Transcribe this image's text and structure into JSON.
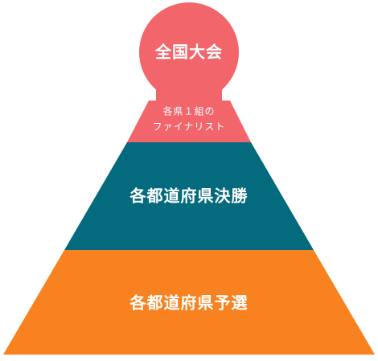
{
  "pyramid": {
    "top": {
      "title": "全国大会",
      "subtitle_line1": "各県１組の",
      "subtitle_line2": "ファイナリスト",
      "color": "#F2666B"
    },
    "middle": {
      "label": "各都道府県決勝",
      "color": "#046A7D"
    },
    "bottom": {
      "label": "各都道府県予選",
      "color": "#F98220"
    }
  }
}
